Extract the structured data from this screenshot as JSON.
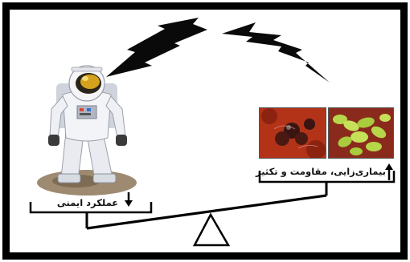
{
  "labels": {
    "left": "عملکرد ایمنی",
    "right": "بیماری‌زایی، مقاومت و تکثیر"
  },
  "arrows": {
    "left": "down",
    "right": "up"
  },
  "colors": {
    "lightning": "#0a0a0a",
    "beam": "#000000",
    "fulcrum_fill": "#ffffff",
    "bacteria_red_bg": "#b23318",
    "bacteria_green_bg": "#8a2a1c",
    "bacteria_green": "#b7d64a"
  },
  "images": {
    "left": "astronaut",
    "right_a": "red-bacteria-micrograph",
    "right_b": "green-bacteria-micrograph"
  },
  "icons": [
    "lightning-bolt-icon",
    "down-arrow-icon",
    "up-arrow-icon",
    "fulcrum-triangle-icon"
  ]
}
